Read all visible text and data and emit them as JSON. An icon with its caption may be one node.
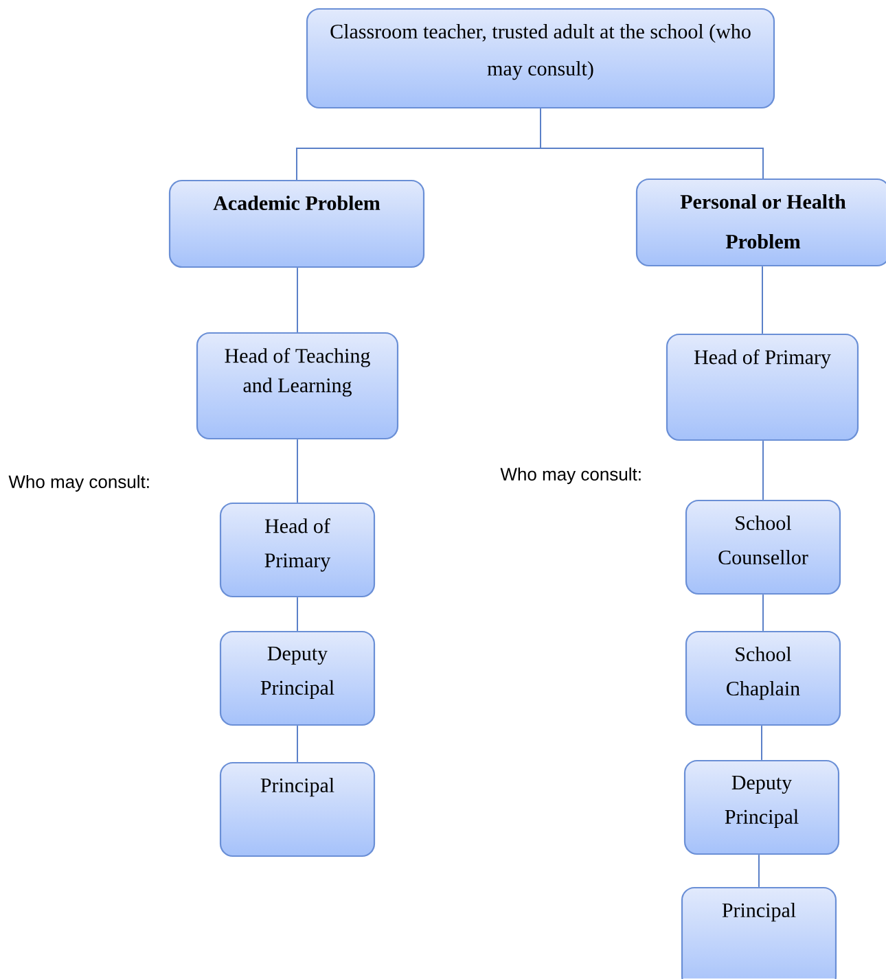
{
  "diagram": {
    "nodes": [
      {
        "text": [
          "Classroom teacher, trusted adult at the school (who may consult)"
        ]
      },
      {
        "text": [
          "Academic Problem"
        ]
      },
      {
        "text": [
          "Personal or Health Problem"
        ]
      },
      {
        "text": [
          "Head of Teaching and Learning"
        ]
      },
      {
        "text": [
          "Head of Primary"
        ]
      },
      {
        "text": [
          "Deputy Principal"
        ]
      },
      {
        "text": [
          "Principal"
        ]
      },
      {
        "text": [
          "Head of Primary"
        ]
      },
      {
        "text": [
          "School Counsellor"
        ]
      },
      {
        "text": [
          "School Chaplain"
        ]
      },
      {
        "text": [
          "Deputy Principal"
        ]
      },
      {
        "text": [
          "Principal"
        ]
      }
    ],
    "edges": [
      {
        "from": 0,
        "to": 1,
        "arrow": "none"
      },
      {
        "from": 0,
        "to": 2,
        "arrow": "none"
      },
      {
        "from": 1,
        "to": 3,
        "arrow": "none"
      },
      {
        "from": 3,
        "to": 4,
        "arrow": "none"
      },
      {
        "from": 4,
        "to": 5,
        "arrow": "none"
      },
      {
        "from": 5,
        "to": 6,
        "arrow": "none"
      },
      {
        "from": 2,
        "to": 7,
        "arrow": "none"
      },
      {
        "from": 7,
        "to": 8,
        "arrow": "none"
      },
      {
        "from": 8,
        "to": 9,
        "arrow": "none"
      },
      {
        "from": 9,
        "to": 10,
        "arrow": "none"
      },
      {
        "from": 10,
        "to": 11,
        "arrow": "none"
      }
    ],
    "labels": [
      "Who may consult:",
      "Who may consult:"
    ]
  }
}
